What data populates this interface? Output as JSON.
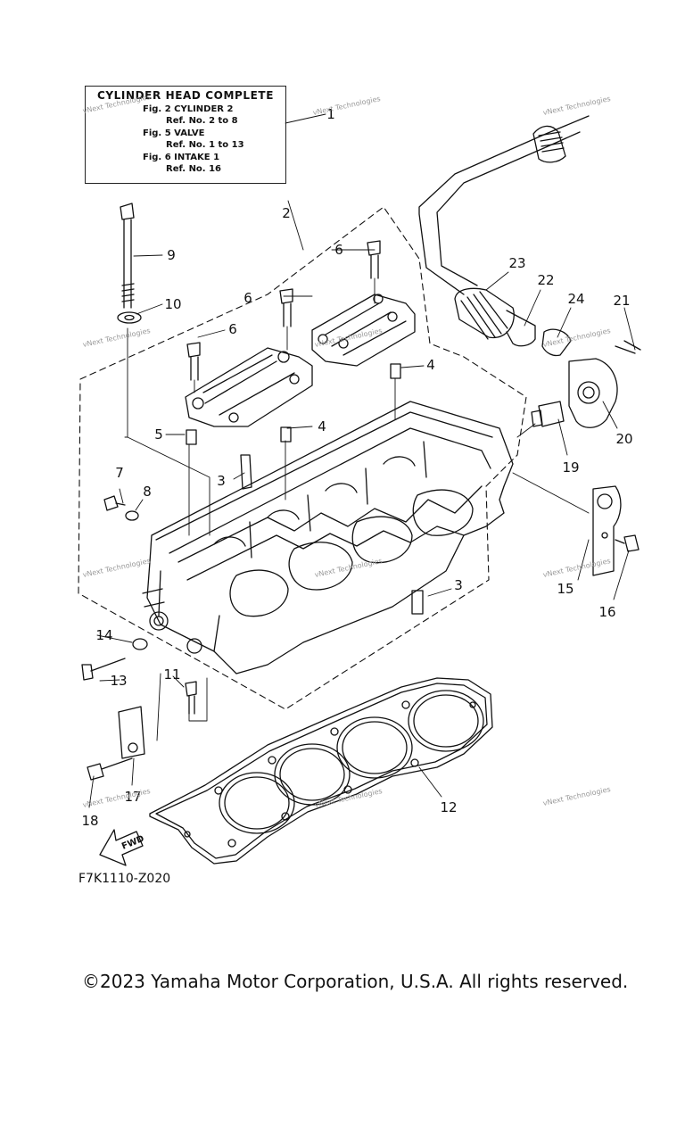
{
  "legend": {
    "title": "CYLINDER HEAD COMPLETE",
    "lines": [
      "Fig.  2  CYLINDER 2",
      "Ref. No. 2 to 8",
      "Fig.  5  VALVE",
      "Ref. No. 1 to 13",
      "Fig.  6  INTAKE 1",
      "Ref. No. 16"
    ]
  },
  "figure_code": "F7K1110-Z020",
  "copyright": "©2023 Yamaha Motor Corporation, U.S.A. All rights reserved.",
  "fwd_label": "FWD",
  "watermark_text": "vNext Technologies",
  "callouts": [
    "1",
    "2",
    "3",
    "3",
    "4",
    "4",
    "5",
    "6",
    "6",
    "6",
    "7",
    "8",
    "9",
    "10",
    "11",
    "12",
    "13",
    "14",
    "15",
    "16",
    "17",
    "18",
    "19",
    "20",
    "21",
    "22",
    "23",
    "24"
  ]
}
